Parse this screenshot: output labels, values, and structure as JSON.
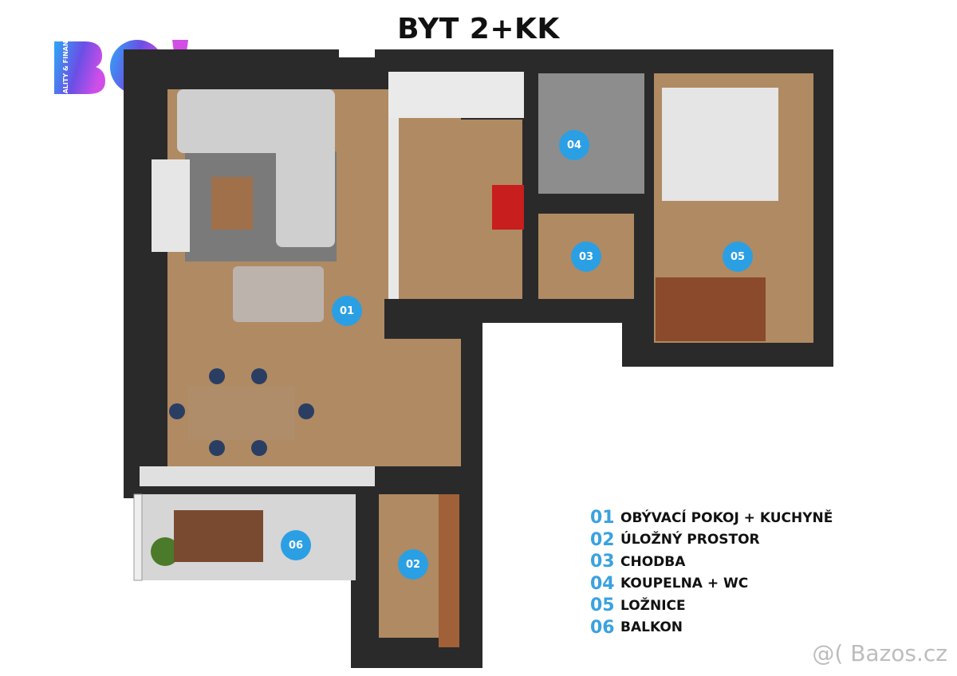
{
  "title": "BYT 2+KK",
  "logo": {
    "text": "BO!",
    "tagline": "REALITY & FINANCE"
  },
  "rooms": [
    {
      "number": "01",
      "name": "OBÝVACÍ POKOJ + KUCHYNĚ"
    },
    {
      "number": "02",
      "name": "ÚLOŽNÝ PROSTOR"
    },
    {
      "number": "03",
      "name": "CHODBA"
    },
    {
      "number": "04",
      "name": "KOUPELNA + WC"
    },
    {
      "number": "05",
      "name": "LOŽNICE"
    },
    {
      "number": "06",
      "name": "BALKON"
    }
  ],
  "colors": {
    "marker": "#2b9fe3",
    "wall": "#2a2a2a",
    "floor": "#b08a62",
    "tile": "#8d8d8d"
  },
  "watermark": "@( Bazos.cz"
}
